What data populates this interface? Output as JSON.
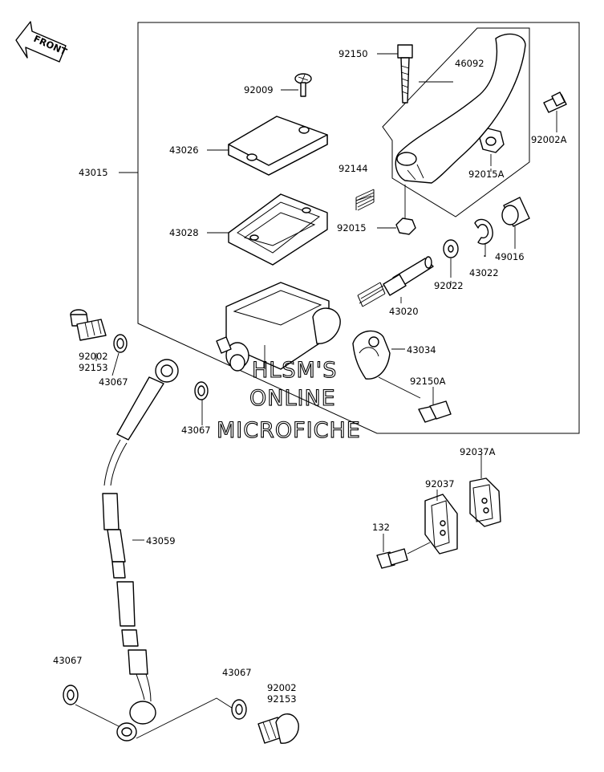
{
  "front_arrow": {
    "label": "FRONT"
  },
  "watermark": {
    "lines": [
      "HLSM'S",
      "ONLINE",
      "MICROFICHE"
    ]
  },
  "parts": {
    "p92150": "92150",
    "p46092": "46092",
    "p92009": "92009",
    "p92002A": "92002A",
    "p43026": "43026",
    "p43015": "43015",
    "p92144": "92144",
    "p92015A": "92015A",
    "p43028": "43028",
    "p92015": "92015",
    "p49016": "49016",
    "p43022": "43022",
    "p92022": "92022",
    "p43020": "43020",
    "p92002_top": "92002",
    "p92153_top": "92153",
    "p43034": "43034",
    "p43067_a": "43067",
    "p92150A": "92150A",
    "p43067_b": "43067",
    "p92037A": "92037A",
    "p92037": "92037",
    "p132": "132",
    "p43059": "43059",
    "p43067_c": "43067",
    "p43067_d": "43067",
    "p92002_bot": "92002",
    "p92153_bot": "92153"
  }
}
